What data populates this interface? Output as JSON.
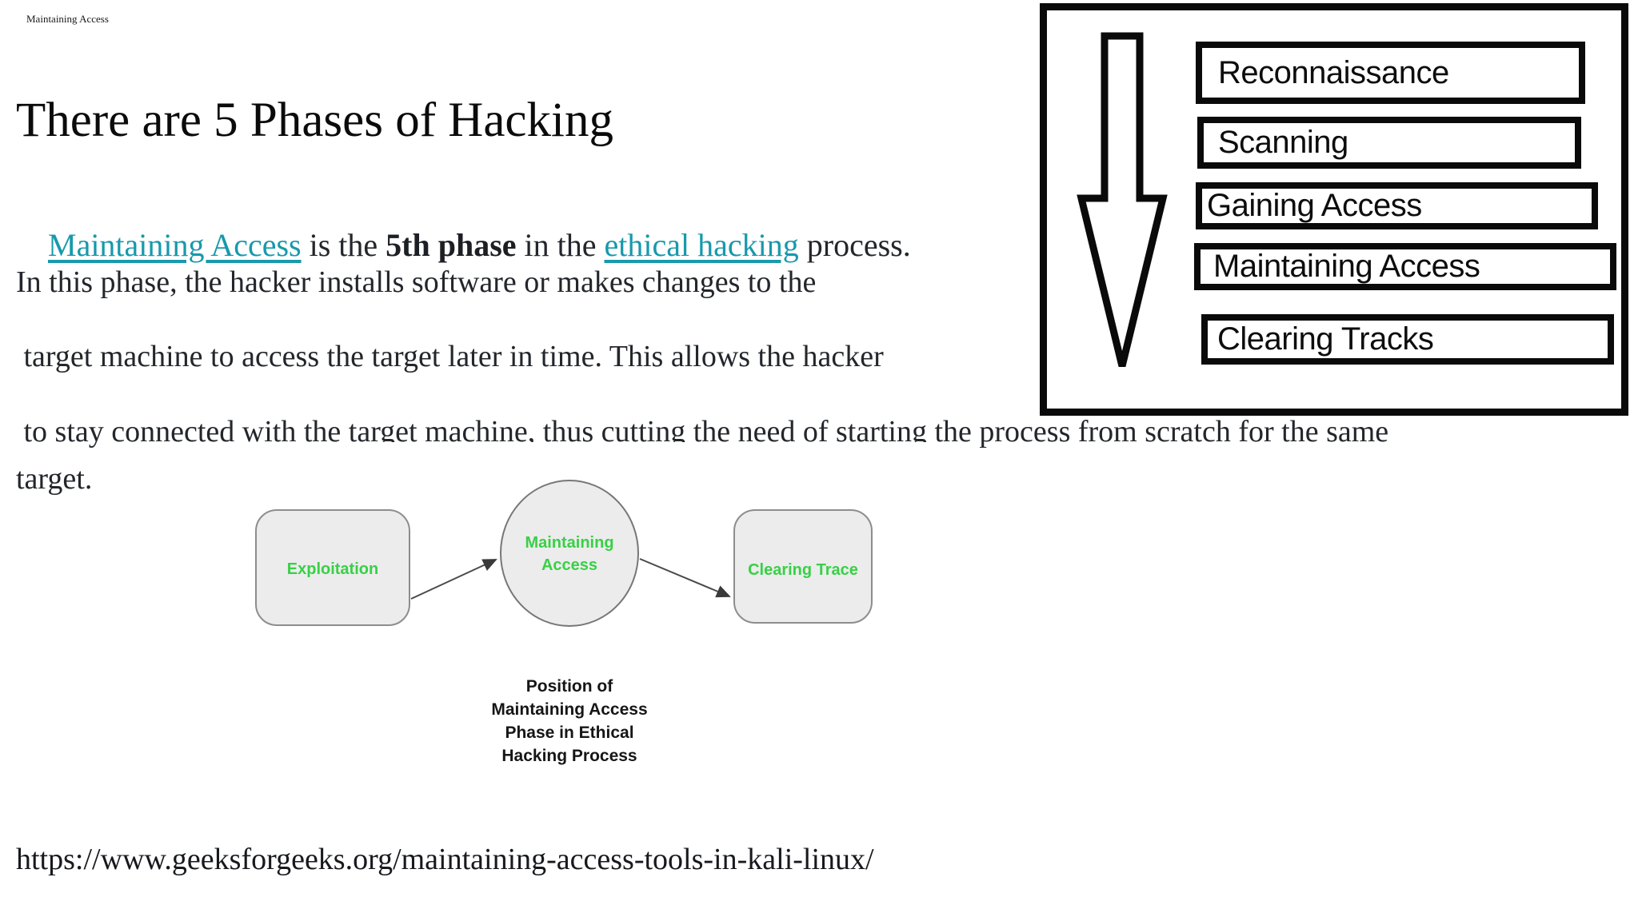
{
  "header": {
    "small_title": "Maintaining Access"
  },
  "main": {
    "heading": "There are 5 Phases of Hacking",
    "intro_segments": [
      {
        "text": "Maintaining Access",
        "type": "link"
      },
      {
        "text": " is the ",
        "type": "plain"
      },
      {
        "text": "5th phase",
        "type": "bold"
      },
      {
        "text": " in the ",
        "type": "plain"
      },
      {
        "text": "ethical hacking",
        "type": "link"
      },
      {
        "text": " process.",
        "type": "plain"
      }
    ],
    "paragraph_lines": [
      "In this phase, the hacker installs software or makes changes to the",
      " target machine to access the target later in time. This allows the hacker",
      " to stay connected with the target machine, thus cutting the need of starting the process from scratch for the same",
      "target."
    ],
    "source_url": "https://www.geeksforgeeks.org/maintaining-access-tools-in-kali-linux/"
  },
  "phases_panel": {
    "arrow_icon": "down-arrow-icon",
    "items": [
      "Reconnaissance",
      "Scanning",
      "Gaining Access",
      "Maintaining Access",
      "Clearing Tracks"
    ]
  },
  "flow_diagram": {
    "nodes": [
      {
        "label": "Exploitation",
        "shape": "rounded-rect"
      },
      {
        "label_line1": "Maintaining",
        "label_line2": "Access",
        "shape": "ellipse"
      },
      {
        "label": "Clearing Trace",
        "shape": "rounded-rect"
      }
    ],
    "caption_lines": [
      "Position of",
      "Maintaining Access",
      "Phase in Ethical",
      "Hacking Process"
    ]
  },
  "colors": {
    "link_teal": "#1899ac",
    "diagram_green": "#38d046",
    "node_fill": "#ececec",
    "node_border": "#8d8d8d",
    "ink": "#0a0a0a"
  }
}
